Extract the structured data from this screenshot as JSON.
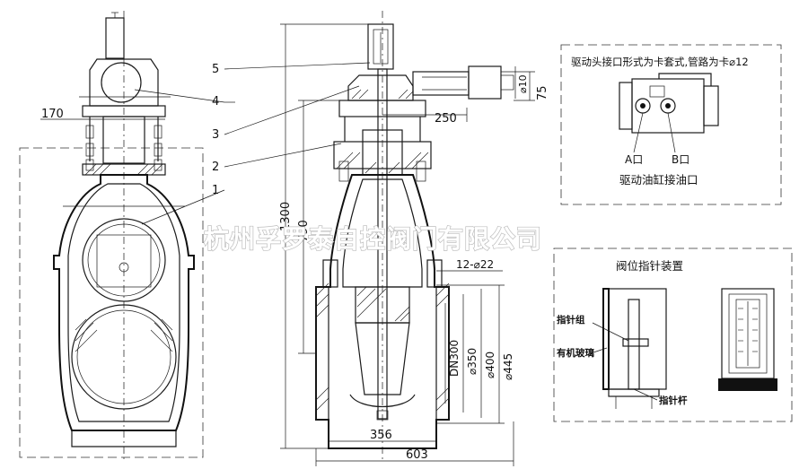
{
  "watermark": "杭州孚罗泰自控阀门有限公司",
  "part_labels": [
    "1",
    "2",
    "3",
    "4",
    "5"
  ],
  "dimensions": {
    "d170": "170",
    "d250": "250",
    "d1300": "1300",
    "d790": "790",
    "d75": "75",
    "d10": "⌀10",
    "holes": "12-⌀22",
    "dn300": "DN300",
    "d350": "⌀350",
    "d400": "⌀400",
    "d445": "⌀445",
    "d356": "356",
    "d603": "603"
  },
  "drive_panel": {
    "title": "驱动头接口形式为卡套式,管路为卡⌀12",
    "port_a": "A口",
    "port_b": "B口",
    "caption": "驱动油缸接油口"
  },
  "indicator_panel": {
    "title": "阀位指针装置",
    "pointer_group": "指针组",
    "glass": "有机玻璃",
    "pointer_rod": "指针杆"
  }
}
